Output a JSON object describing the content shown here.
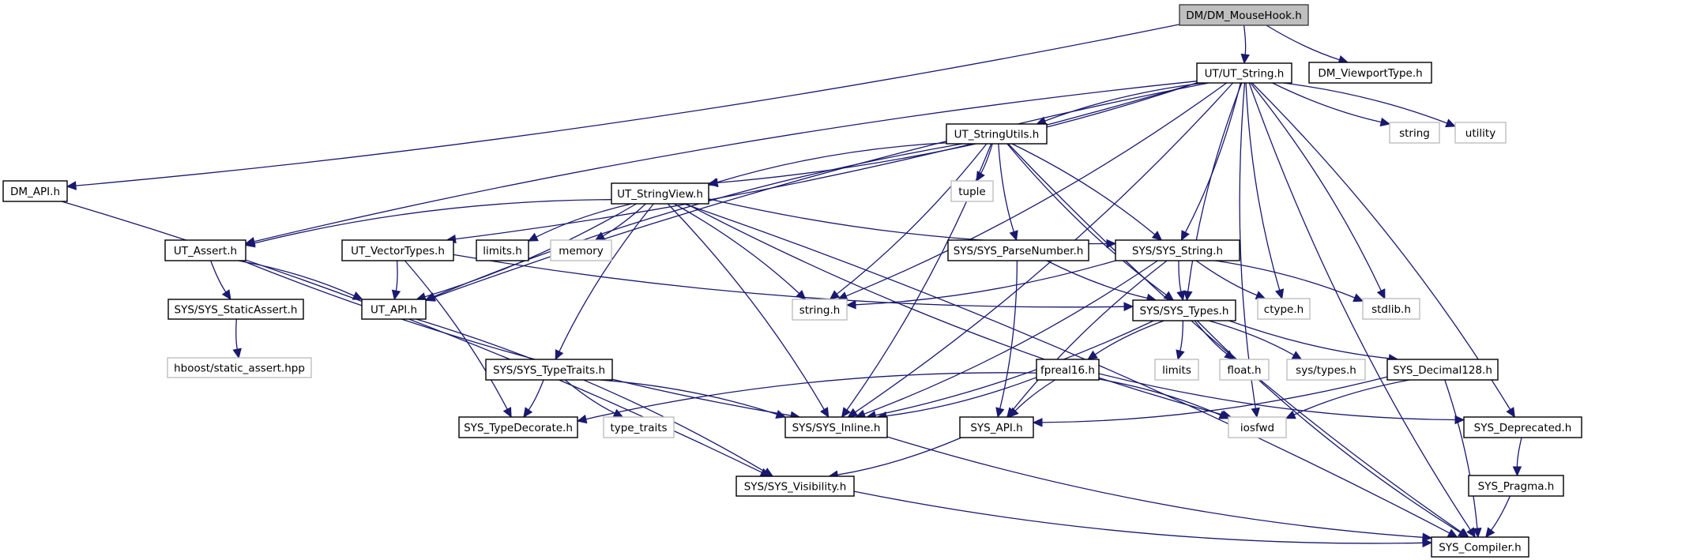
{
  "title": "DM/DM_MouseHook.h include dependency graph",
  "colors": {
    "edge": "#191970",
    "root_fill": "#bfbfbf",
    "project_border": "#000000",
    "system_border": "#bfbfbf"
  },
  "nodes": [
    {
      "id": "mousehook",
      "label": "DM/DM_MouseHook.h",
      "kind": "root"
    },
    {
      "id": "ut_string",
      "label": "UT/UT_String.h",
      "kind": "project"
    },
    {
      "id": "viewporttype",
      "label": "DM_ViewportType.h",
      "kind": "project"
    },
    {
      "id": "string",
      "label": "string",
      "kind": "system"
    },
    {
      "id": "utility",
      "label": "utility",
      "kind": "system"
    },
    {
      "id": "stringutils",
      "label": "UT_StringUtils.h",
      "kind": "project"
    },
    {
      "id": "tuple",
      "label": "tuple",
      "kind": "system"
    },
    {
      "id": "dm_api",
      "label": "DM_API.h",
      "kind": "project"
    },
    {
      "id": "stringview",
      "label": "UT_StringView.h",
      "kind": "project"
    },
    {
      "id": "ut_assert",
      "label": "UT_Assert.h",
      "kind": "project"
    },
    {
      "id": "vectortypes",
      "label": "UT_VectorTypes.h",
      "kind": "project"
    },
    {
      "id": "limits_h",
      "label": "limits.h",
      "kind": "project"
    },
    {
      "id": "memory",
      "label": "memory",
      "kind": "system"
    },
    {
      "id": "parsenumber",
      "label": "SYS/SYS_ParseNumber.h",
      "kind": "project"
    },
    {
      "id": "sys_string",
      "label": "SYS/SYS_String.h",
      "kind": "project"
    },
    {
      "id": "staticassert",
      "label": "SYS/SYS_StaticAssert.h",
      "kind": "project"
    },
    {
      "id": "ut_api",
      "label": "UT_API.h",
      "kind": "project"
    },
    {
      "id": "string_h",
      "label": "string.h",
      "kind": "system"
    },
    {
      "id": "sys_types",
      "label": "SYS/SYS_Types.h",
      "kind": "project"
    },
    {
      "id": "ctype_h",
      "label": "ctype.h",
      "kind": "system"
    },
    {
      "id": "stdlib_h",
      "label": "stdlib.h",
      "kind": "system"
    },
    {
      "id": "hboost_sa",
      "label": "hboost/static_assert.hpp",
      "kind": "system"
    },
    {
      "id": "typetraits",
      "label": "SYS/SYS_TypeTraits.h",
      "kind": "project"
    },
    {
      "id": "limits",
      "label": "limits",
      "kind": "system"
    },
    {
      "id": "float_h",
      "label": "float.h",
      "kind": "system"
    },
    {
      "id": "sys_types_h",
      "label": "sys/types.h",
      "kind": "system"
    },
    {
      "id": "fpreal16",
      "label": "fpreal16.h",
      "kind": "project"
    },
    {
      "id": "decimal128",
      "label": "SYS_Decimal128.h",
      "kind": "project"
    },
    {
      "id": "typedecorate",
      "label": "SYS_TypeDecorate.h",
      "kind": "project"
    },
    {
      "id": "type_traits",
      "label": "type_traits",
      "kind": "system"
    },
    {
      "id": "sys_inline",
      "label": "SYS/SYS_Inline.h",
      "kind": "project"
    },
    {
      "id": "sys_api",
      "label": "SYS_API.h",
      "kind": "project"
    },
    {
      "id": "iosfwd",
      "label": "iosfwd",
      "kind": "system"
    },
    {
      "id": "deprecated",
      "label": "SYS_Deprecated.h",
      "kind": "project"
    },
    {
      "id": "pragma",
      "label": "SYS_Pragma.h",
      "kind": "project"
    },
    {
      "id": "visibility",
      "label": "SYS/SYS_Visibility.h",
      "kind": "project"
    },
    {
      "id": "compiler",
      "label": "SYS_Compiler.h",
      "kind": "project"
    }
  ],
  "edges": [
    [
      "mousehook",
      "ut_string"
    ],
    [
      "mousehook",
      "viewporttype"
    ],
    [
      "mousehook",
      "dm_api"
    ],
    [
      "ut_string",
      "stringutils"
    ],
    [
      "ut_string",
      "stringview"
    ],
    [
      "ut_string",
      "ut_assert"
    ],
    [
      "ut_string",
      "vectortypes"
    ],
    [
      "ut_string",
      "ut_api"
    ],
    [
      "ut_string",
      "sys_string"
    ],
    [
      "ut_string",
      "sys_types"
    ],
    [
      "ut_string",
      "string_h"
    ],
    [
      "ut_string",
      "ctype_h"
    ],
    [
      "ut_string",
      "stdlib_h"
    ],
    [
      "ut_string",
      "string"
    ],
    [
      "ut_string",
      "utility"
    ],
    [
      "ut_string",
      "iosfwd"
    ],
    [
      "ut_string",
      "deprecated"
    ],
    [
      "ut_string",
      "compiler"
    ],
    [
      "ut_string",
      "sys_inline"
    ],
    [
      "stringutils",
      "stringview"
    ],
    [
      "stringutils",
      "tuple"
    ],
    [
      "stringutils",
      "parsenumber"
    ],
    [
      "stringutils",
      "sys_string"
    ],
    [
      "stringutils",
      "sys_types"
    ],
    [
      "stringutils",
      "string_h"
    ],
    [
      "stringutils",
      "ut_api"
    ],
    [
      "stringutils",
      "sys_inline"
    ],
    [
      "stringutils",
      "compiler"
    ],
    [
      "dm_api",
      "visibility"
    ],
    [
      "stringview",
      "ut_assert"
    ],
    [
      "stringview",
      "ut_api"
    ],
    [
      "stringview",
      "limits_h"
    ],
    [
      "stringview",
      "memory"
    ],
    [
      "stringview",
      "sys_string"
    ],
    [
      "stringview",
      "string_h"
    ],
    [
      "stringview",
      "typetraits"
    ],
    [
      "stringview",
      "sys_inline"
    ],
    [
      "stringview",
      "iosfwd"
    ],
    [
      "stringview",
      "compiler"
    ],
    [
      "ut_assert",
      "staticassert"
    ],
    [
      "ut_assert",
      "ut_api"
    ],
    [
      "ut_assert",
      "sys_inline"
    ],
    [
      "vectortypes",
      "ut_api"
    ],
    [
      "vectortypes",
      "sys_types"
    ],
    [
      "vectortypes",
      "typedecorate"
    ],
    [
      "parsenumber",
      "sys_types"
    ],
    [
      "parsenumber",
      "sys_api"
    ],
    [
      "sys_string",
      "sys_types"
    ],
    [
      "sys_string",
      "string_h"
    ],
    [
      "sys_string",
      "ctype_h"
    ],
    [
      "sys_string",
      "stdlib_h"
    ],
    [
      "sys_string",
      "sys_api"
    ],
    [
      "sys_string",
      "sys_inline"
    ],
    [
      "staticassert",
      "hboost_sa"
    ],
    [
      "ut_api",
      "visibility"
    ],
    [
      "sys_types",
      "fpreal16"
    ],
    [
      "sys_types",
      "limits"
    ],
    [
      "sys_types",
      "float_h"
    ],
    [
      "sys_types",
      "sys_types_h"
    ],
    [
      "sys_types",
      "decimal128"
    ],
    [
      "sys_types",
      "sys_inline"
    ],
    [
      "sys_types",
      "compiler"
    ],
    [
      "typetraits",
      "typedecorate"
    ],
    [
      "typetraits",
      "type_traits"
    ],
    [
      "typetraits",
      "sys_inline"
    ],
    [
      "fpreal16",
      "typedecorate"
    ],
    [
      "fpreal16",
      "sys_inline"
    ],
    [
      "fpreal16",
      "sys_api"
    ],
    [
      "fpreal16",
      "iosfwd"
    ],
    [
      "fpreal16",
      "deprecated"
    ],
    [
      "decimal128",
      "sys_api"
    ],
    [
      "decimal128",
      "iosfwd"
    ],
    [
      "decimal128",
      "compiler"
    ],
    [
      "sys_inline",
      "compiler"
    ],
    [
      "sys_api",
      "visibility"
    ],
    [
      "deprecated",
      "pragma"
    ],
    [
      "pragma",
      "compiler"
    ],
    [
      "visibility",
      "compiler"
    ]
  ]
}
